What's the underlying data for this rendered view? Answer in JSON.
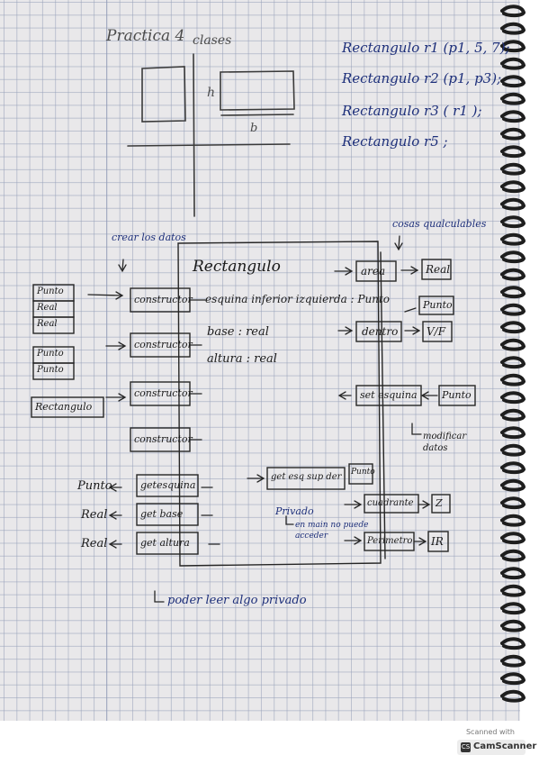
{
  "page": {
    "title": "Practica 4",
    "subtitle": "clases"
  },
  "sketch": {
    "h_label": "h",
    "b_label": "b"
  },
  "declarations": [
    "Rectangulo r1 (p1, 5, 7);",
    "Rectangulo r2 (p1, p3);",
    "Rectangulo r3 ( r1 );",
    "Rectangulo r5 ;"
  ],
  "notes": {
    "crear_datos": "crear los datos",
    "cosas_calculables": "cosas qualculables",
    "modificar_datos": "modificar datos",
    "privado": "Privado",
    "main_no_puede": "en main no puede acceder",
    "poder_leer": "poder leer algo privado"
  },
  "class_box": {
    "name": "Rectangulo",
    "attributes": [
      "esquina inferior izquierda : Punto",
      "base : real",
      "altura : real"
    ]
  },
  "inputs": {
    "group1": [
      "Punto",
      "Real",
      "Real"
    ],
    "group2": [
      "Punto",
      "Punto"
    ],
    "group3": "Rectangulo"
  },
  "constructors": [
    "constructor",
    "constructor",
    "constructor",
    "constructor"
  ],
  "getters": [
    {
      "method": "getesquina",
      "type": "Punto"
    },
    {
      "method": "get base",
      "type": "Real"
    },
    {
      "method": "get altura",
      "type": "Real"
    }
  ],
  "methods_right": [
    {
      "method": "area",
      "result": "Real"
    },
    {
      "method": "dentro",
      "param": "Punto",
      "result": "V/F"
    },
    {
      "method": "set esquina",
      "param": "Punto"
    }
  ],
  "private_methods": [
    {
      "method": "get esq sup der",
      "result": "Punto"
    },
    {
      "method": "cuadrante",
      "result": "Z"
    },
    {
      "method": "Perimetro",
      "result": "IR"
    }
  ],
  "scanner": {
    "top": "Scanned with",
    "logo": "CS",
    "name": "CamScanner"
  }
}
